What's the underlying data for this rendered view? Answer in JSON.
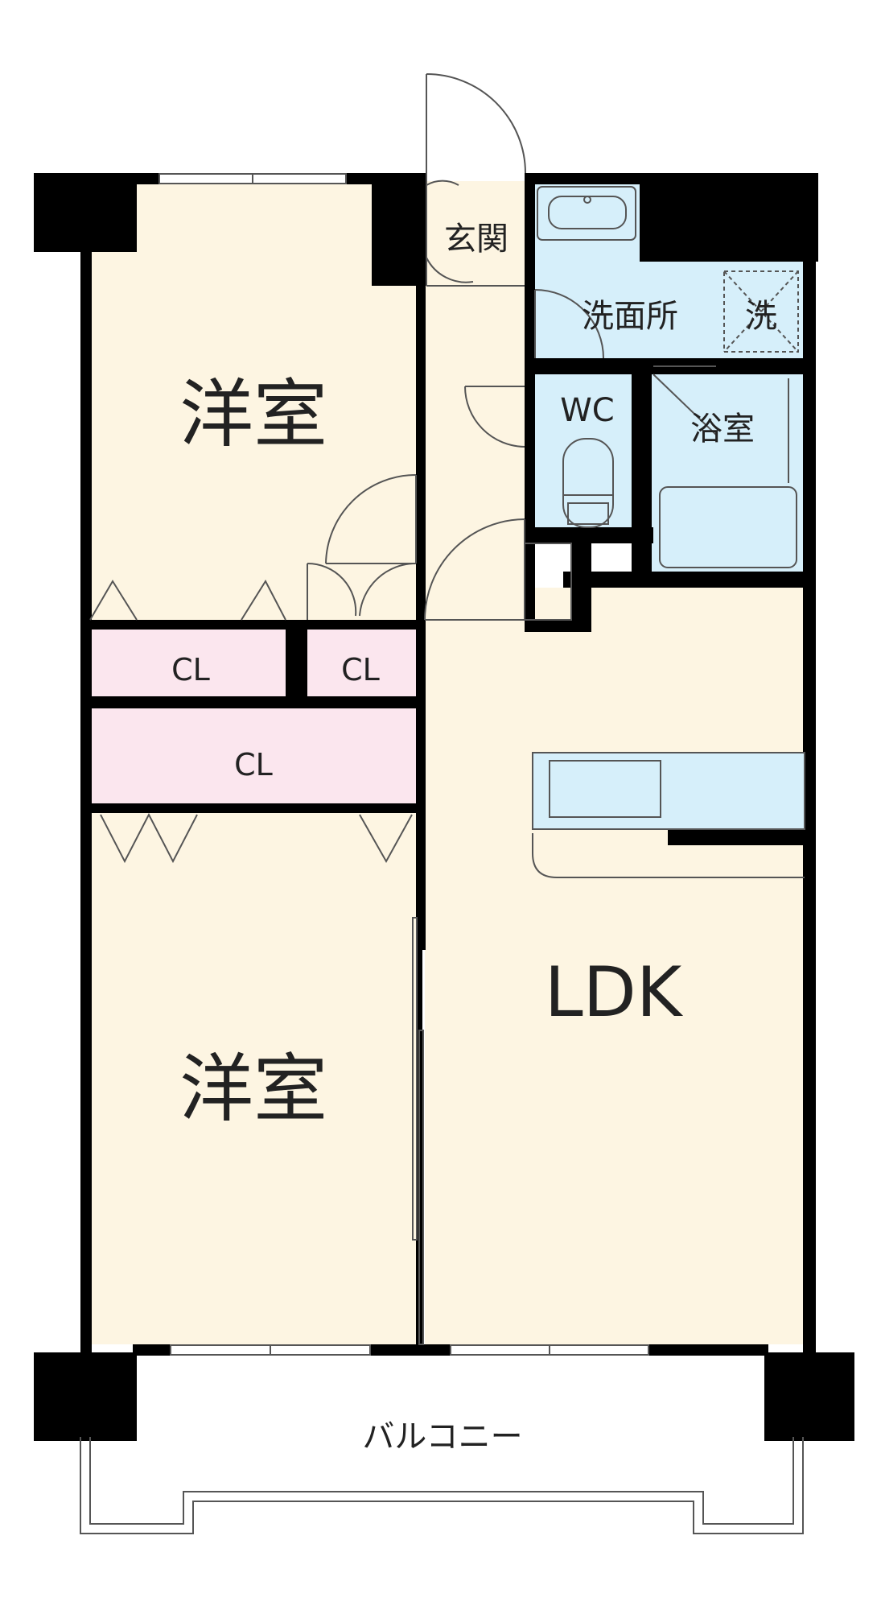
{
  "colors": {
    "wall": "#000000",
    "room_floor": "#fdf5e2",
    "closet_floor": "#fbe6ee",
    "wet_area_floor": "#d6effa",
    "line": "#555555",
    "text": "#222222"
  },
  "rooms": {
    "western_room_upper": "洋室",
    "western_room_lower": "洋室",
    "ldk": "LDK",
    "entrance": "玄関",
    "washroom": "洗面所",
    "washer": "洗",
    "toilet": "WC",
    "bathroom": "浴室",
    "closet_upper_left": "CL",
    "closet_upper_right": "CL",
    "closet_middle": "CL",
    "balcony": "バルコニー"
  }
}
